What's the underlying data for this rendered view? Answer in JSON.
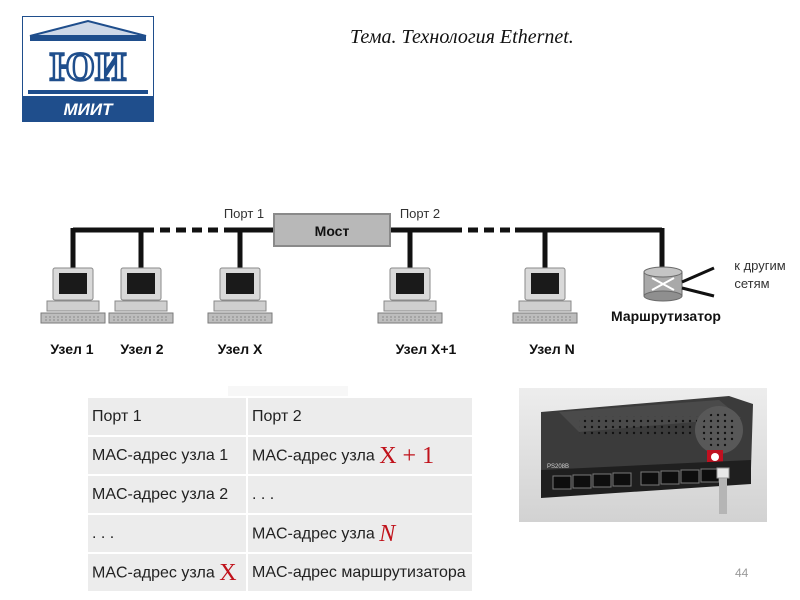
{
  "slide": {
    "title": "Тема. Технология Ethernet.",
    "page_number": "44"
  },
  "logo": {
    "letters": "ЮИ",
    "banner_text": "МИИТ"
  },
  "diagram": {
    "bridge_label": "Мост",
    "port1_label": "Порт 1",
    "port2_label": "Порт 2",
    "router_label": "Маршрутизатор",
    "other_networks_line1": "к другим",
    "other_networks_line2": "сетям",
    "nodes": [
      "Узел 1",
      "Узел 2",
      "Узел X",
      "Узел X+1",
      "Узел N"
    ]
  },
  "table": {
    "rows": [
      {
        "c1": "Порт 1",
        "c2": "Порт 2"
      },
      {
        "c1": "MAC-адрес узла 1",
        "c2": "MAC-адрес узла",
        "c2_var": "X + 1"
      },
      {
        "c1": "MAC-адрес узла 2",
        "c2": ". . ."
      },
      {
        "c1": ". . .",
        "c2": "MAC-адрес узла",
        "c2_var": "N"
      },
      {
        "c1": "MAC-адрес узла",
        "c1_var": "X",
        "c2": "MAC-адрес маршрутизатора"
      }
    ]
  },
  "photo": {
    "model_label": "PS208B"
  },
  "colors": {
    "logo_blue": "#1f4e8c",
    "bridge_fill": "#b8b8b8",
    "variable_red": "#c0121b"
  }
}
